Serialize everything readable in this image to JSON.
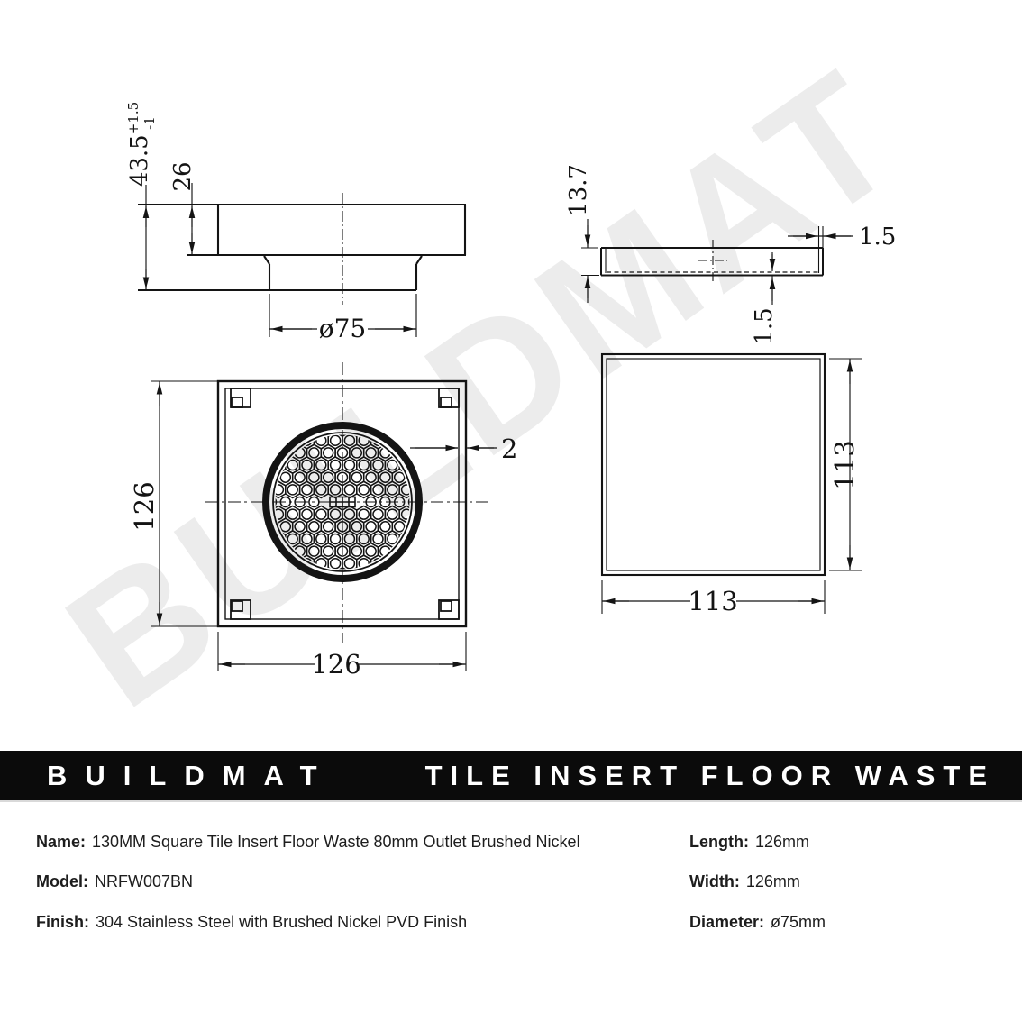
{
  "watermark": "BUILDMAT",
  "drawing": {
    "flange_side_view": {
      "total_height": "43.5",
      "tolerance_plus": "+1.5",
      "tolerance_minus": "-1",
      "flange_height": "26",
      "outlet_diameter": "ø75"
    },
    "insert_side_view": {
      "depth": "13.7",
      "wall_thickness": "1.5",
      "base_thickness": "1.5"
    },
    "flange_top_view": {
      "side_left": "126",
      "side_bottom": "126",
      "edge_thickness": "2"
    },
    "insert_top_view": {
      "side_right": "113",
      "side_bottom": "113"
    }
  },
  "banner": {
    "brand": "BUILDMAT",
    "product": "TILE INSERT FLOOR WASTE"
  },
  "specs": {
    "left": [
      {
        "label": "Name:",
        "value": "130MM Square Tile Insert Floor Waste 80mm Outlet Brushed Nickel"
      },
      {
        "label": "Model:",
        "value": "NRFW007BN"
      },
      {
        "label": "Finish:",
        "value": "304 Stainless Steel with Brushed Nickel PVD Finish"
      }
    ],
    "right": [
      {
        "label": "Length:",
        "value": "126mm"
      },
      {
        "label": "Width:",
        "value": "126mm"
      },
      {
        "label": "Diameter:",
        "value": "ø75mm"
      }
    ]
  }
}
